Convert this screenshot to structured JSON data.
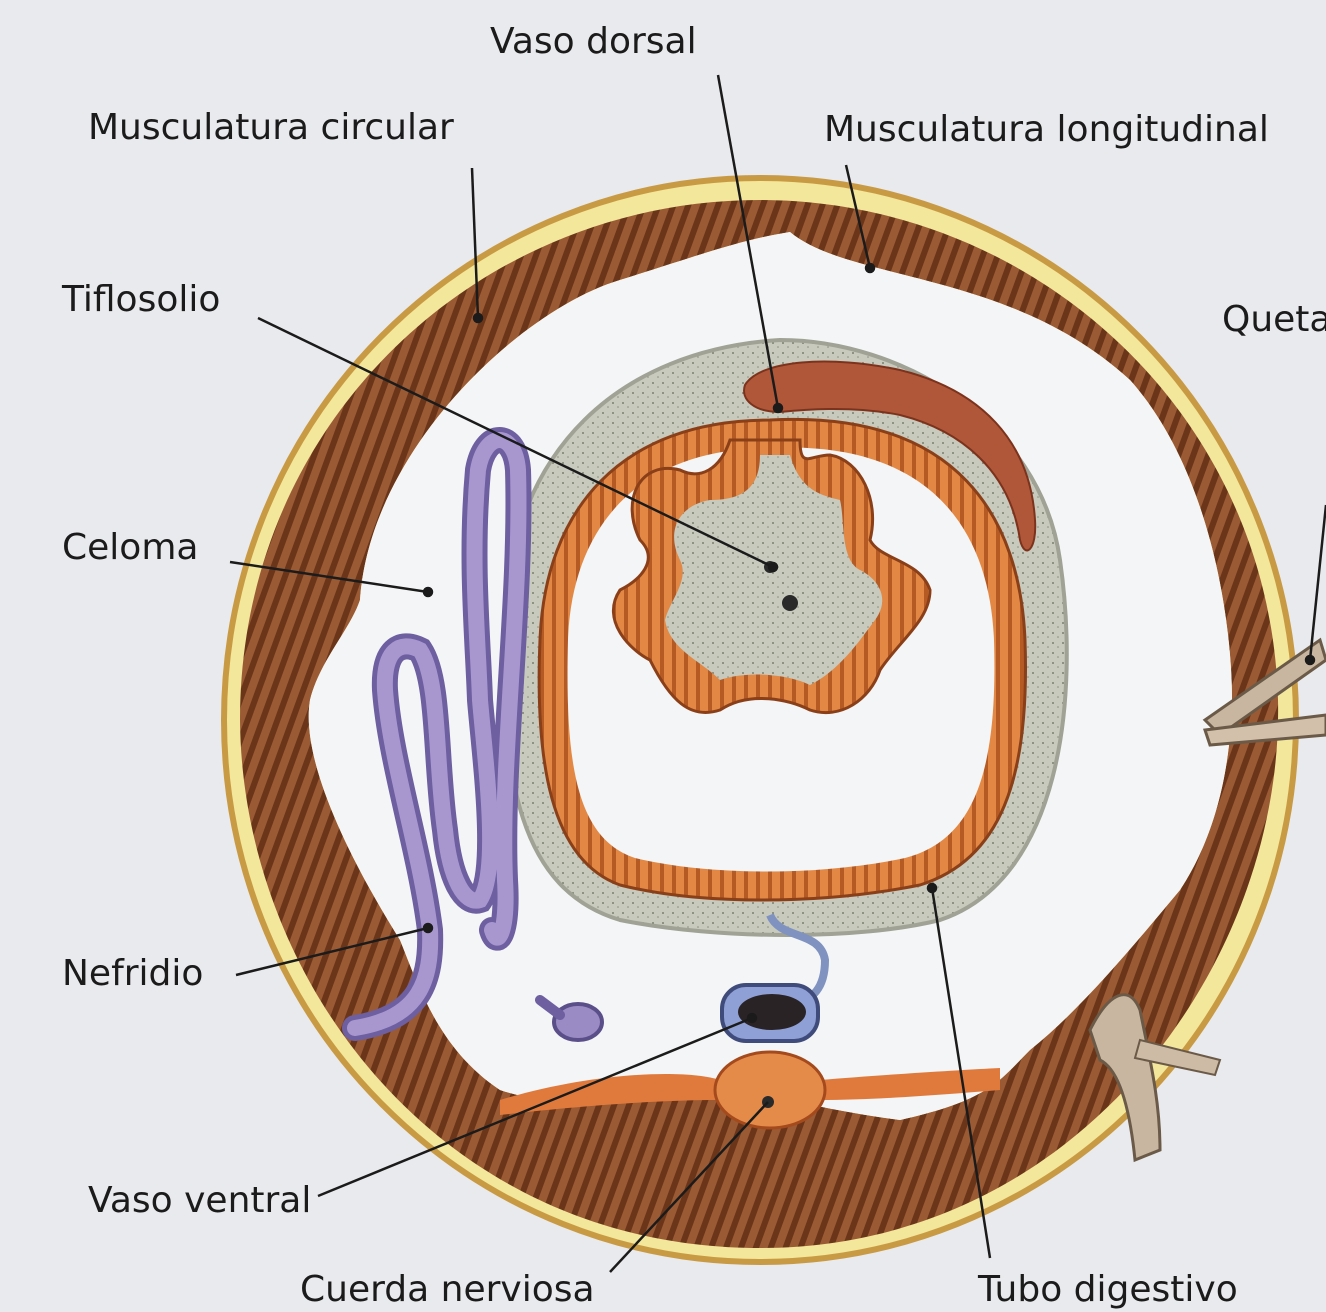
{
  "labels": {
    "vaso_dorsal": "Vaso dorsal",
    "musculatura_circular": "Musculatura circular",
    "musculatura_longitudinal": "Musculatura longitudinal",
    "tiflosolio": "Tiflosolio",
    "queta": "Queta",
    "celoma": "Celoma",
    "nefridio": "Nefridio",
    "vaso_ventral": "Vaso ventral",
    "cuerda_nerviosa": "Cuerda nerviosa",
    "tubo_digestivo": "Tubo digestivo"
  },
  "colors": {
    "background": "#e9eaed",
    "cuticle": "#f2e79a",
    "muscle": "#9a5a34",
    "muscle_stripe": "#5a2e16",
    "intestine": "#d9793a",
    "chloragogen": "#bfc2b4",
    "blood_vessel": "#b0573a",
    "nephridium": "#9a8bc4",
    "nerve_cord": "#e07a3c",
    "leader_line": "#1b1b1b"
  }
}
